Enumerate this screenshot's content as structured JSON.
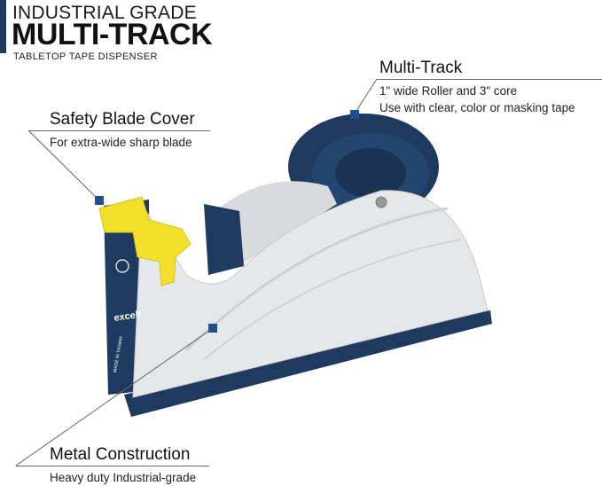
{
  "header": {
    "line1": "INDUSTRIAL GRADE",
    "line2": "MULTI-TRACK",
    "line3": "TABLETOP TAPE DISPENSER"
  },
  "callouts": {
    "multi_track": {
      "title": "Multi-Track",
      "line1": "1\" wide Roller and 3\" core",
      "line2": "Use with clear, color or masking tape"
    },
    "safety": {
      "title": "Safety Blade Cover",
      "line1": "For extra-wide sharp blade"
    },
    "metal": {
      "title": "Metal Construction",
      "line1": "Heavy duty Industrial-grade"
    }
  },
  "colors": {
    "navy": "#1e3a5f",
    "yellow": "#f3e02a",
    "light_gray": "#e6e7e8",
    "marker": "#1f4f8f"
  },
  "product_labels": {
    "brand": "excell",
    "made_in": "MADE IN TAIWAN"
  }
}
